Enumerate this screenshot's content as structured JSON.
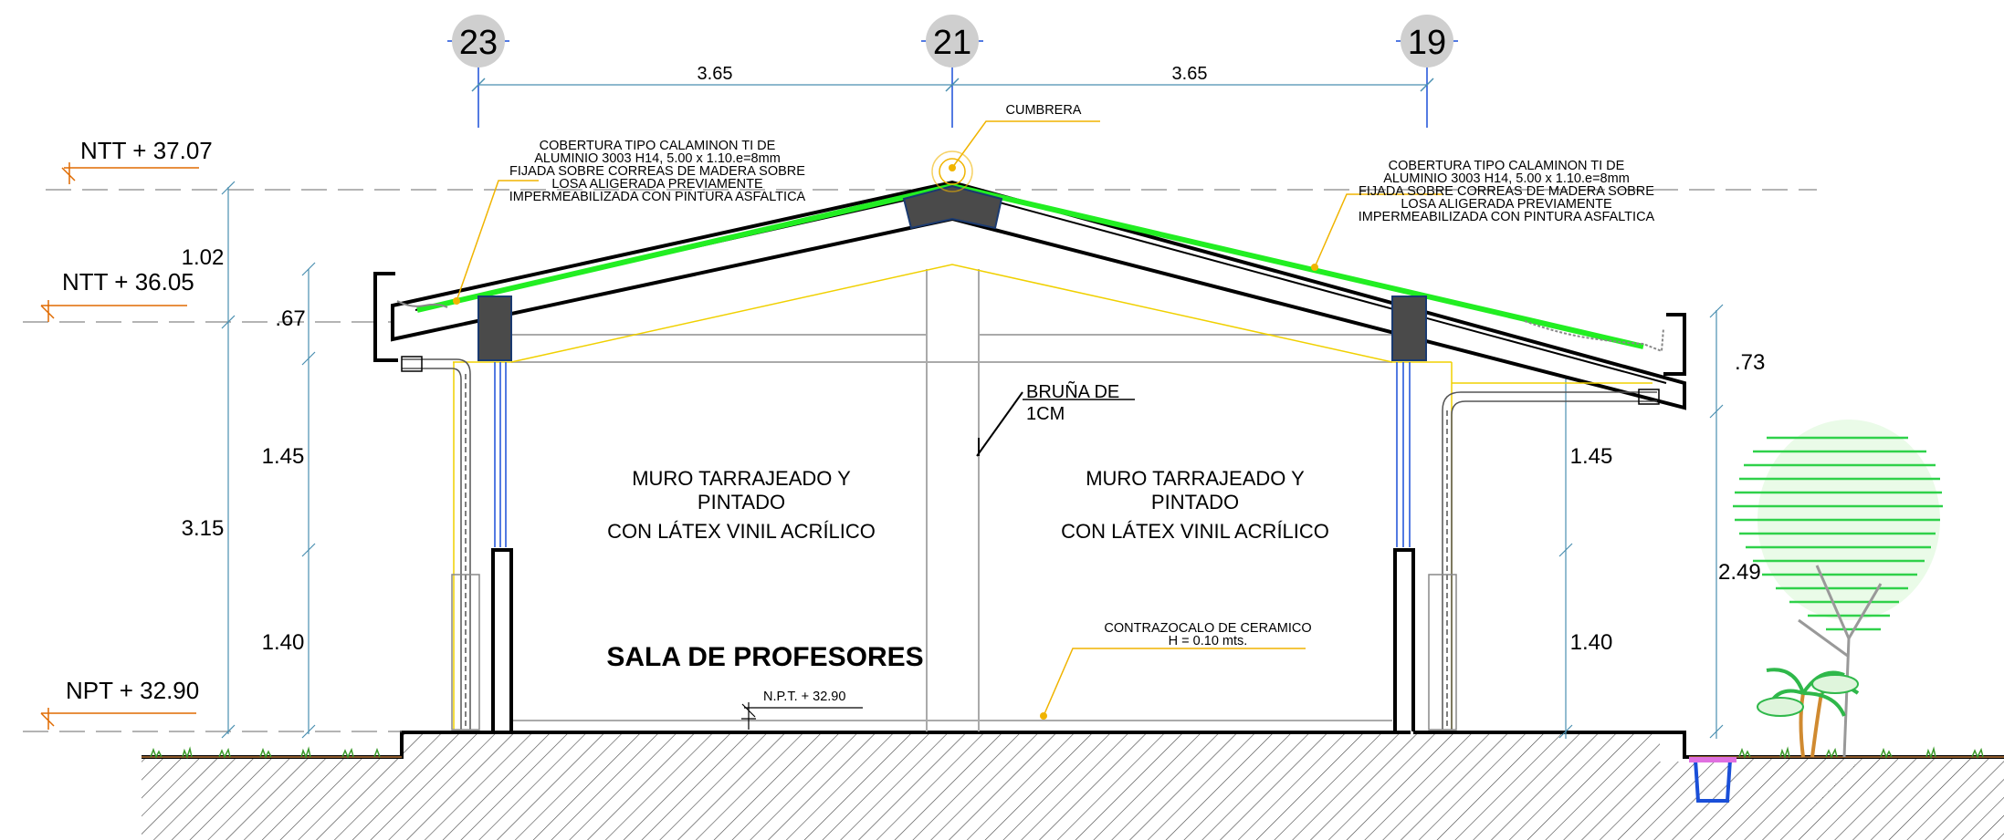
{
  "axes": [
    {
      "label": "23"
    },
    {
      "label": "21"
    },
    {
      "label": "19"
    }
  ],
  "spans": [
    "3.65",
    "3.65"
  ],
  "levels": {
    "ntt_top": "NTT + 37.07",
    "ntt_mid": "NTT + 36.05",
    "npt": "NPT + 32.90"
  },
  "left_dims": {
    "d102": "1.02",
    "d067": ".67",
    "d145": "1.45",
    "d315": "3.15",
    "d140": "1.40"
  },
  "right_dims": {
    "d073": ".73",
    "d145": "1.45",
    "d140": "1.40",
    "d249": "2.49"
  },
  "notes": {
    "cumbrera": "CUMBRERA",
    "cobertura_left": [
      "COBERTURA TIPO CALAMINON TI DE",
      "ALUMINIO 3003 H14, 5.00 x 1.10.e=8mm",
      "FIJADA SOBRE CORREAS DE MADERA SOBRE",
      "LOSA ALIGERADA PREVIAMENTE",
      "IMPERMEABILIZADA CON PINTURA ASFALTICA"
    ],
    "cobertura_right": [
      "COBERTURA TIPO CALAMINON TI DE",
      "ALUMINIO 3003 H14, 5.00 x 1.10.e=8mm",
      "FIJADA SOBRE CORREAS DE MADERA SOBRE",
      "LOSA ALIGERADA PREVIAMENTE",
      "IMPERMEABILIZADA CON PINTURA ASFALTICA"
    ],
    "bruna": [
      "BRUÑA DE",
      "1CM"
    ],
    "muro_left": [
      "MURO TARRAJEADO Y",
      "PINTADO",
      "CON LÁTEX VINIL ACRÍLICO"
    ],
    "muro_right": [
      "MURO TARRAJEADO Y",
      "PINTADO",
      "CON LÁTEX VINIL ACRÍLICO"
    ],
    "contrazocalo": [
      "CONTRAZOCALO DE CERAMICO",
      "H = 0.10 mts."
    ],
    "npt_mark": "N.P.T. + 32.90"
  },
  "room_name": "SALA DE PROFESORES",
  "colors": {
    "roof_cover": "#22ee22",
    "leader": "#f0b400",
    "dimension": "#4a8fb0",
    "level_mark": "#e06a00",
    "axis_line": "#1a4fd8",
    "structure": "#000000",
    "concrete_fill": "#4a4a4a",
    "tree": "#2fd14a"
  }
}
